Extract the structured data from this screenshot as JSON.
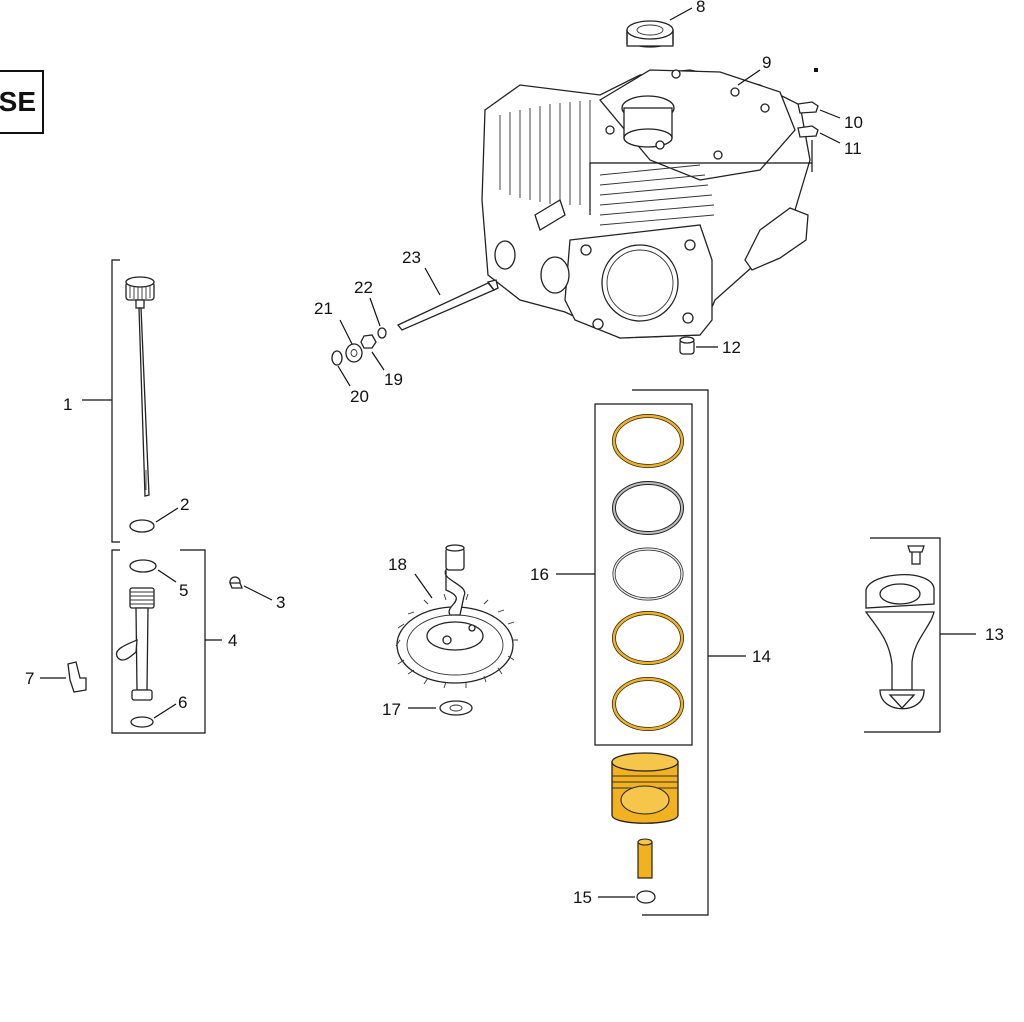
{
  "badge": {
    "text": "SE"
  },
  "colors": {
    "highlight": "#f2b21f",
    "ink": "#111111",
    "line": "#222222"
  },
  "callouts": {
    "c1": "1",
    "c2": "2",
    "c3": "3",
    "c4": "4",
    "c5": "5",
    "c6": "6",
    "c7": "7",
    "c8": "8",
    "c9": "9",
    "c10": "10",
    "c11": "11",
    "c12": "12",
    "c13": "13",
    "c14": "14",
    "c15": "15",
    "c16": "16",
    "c17": "17",
    "c18": "18",
    "c19": "19",
    "c20": "20",
    "c21": "21",
    "c22": "22",
    "c23": "23"
  }
}
